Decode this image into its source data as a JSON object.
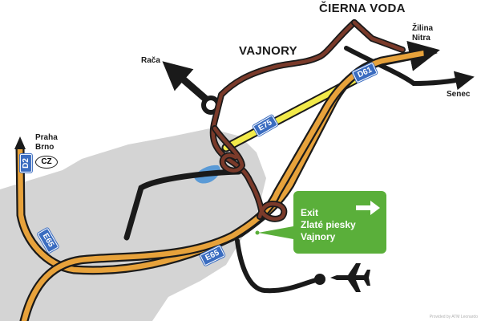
{
  "places": {
    "cierna_voda": "ČIERNA VODA",
    "vajnory": "VAJNORY",
    "raca": "Rača",
    "zilina": "Žilina",
    "nitra": "Nitra",
    "senec": "Senec",
    "praha": "Praha",
    "brno": "Brno"
  },
  "country_badge": "CZ",
  "road_shields": {
    "d2": "D2",
    "e65_left": "E65",
    "e65_bottom": "E65",
    "e75": "E75",
    "d61": "D61"
  },
  "exit_sign": {
    "line1": "Exit",
    "line2": "Zlaté piesky",
    "line3": "Vajnory"
  },
  "icons": {
    "airport": "airplane-icon",
    "exit_arrow": "arrow-right-icon"
  },
  "colors": {
    "motorway_orange": "#e7a23b",
    "expressway_yellow": "#f2ea4a",
    "local_road_brown": "#7a3a2a",
    "black_road": "#1a1a1a",
    "urban_area_gray": "#d4d4d4",
    "water_blue": "#5a9ad6",
    "shield_blue": "#3a6cc0",
    "exit_green": "#5aaf3a"
  },
  "credit": "Provided by ATM Leonardo"
}
